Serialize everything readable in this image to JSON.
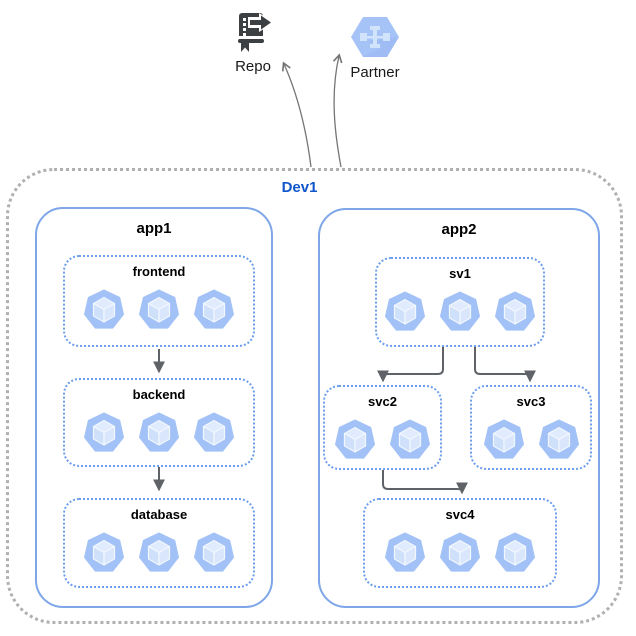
{
  "colors": {
    "text": "#1a1a1a",
    "boundary_border": "#b0b0b0",
    "app_border": "#7ea6e8",
    "service_border": "#6d9eeb",
    "dev_label": "#1155cc",
    "arrow": "#5f6368",
    "arrow_thin": "#757575",
    "pod_body": "#a2c2f7",
    "pod_top": "#e0ebfd",
    "pod_left": "#cfe0fa",
    "pod_right": "#d9e6fc",
    "pod_edge": "#f2f7fe",
    "hex_fill": "#a6c3f8",
    "hex_shadow": "#97b4ef",
    "hex_glyph": "#d2e3fc",
    "repo_dark": "#3c4043"
  },
  "external": {
    "repo": {
      "label": "Repo",
      "icon": "source-repository-icon"
    },
    "partner": {
      "label": "Partner",
      "icon": "partner-interconnect-icon"
    }
  },
  "boundary": {
    "label": "Dev1"
  },
  "apps": {
    "app1": {
      "label": "app1",
      "services": {
        "frontend": {
          "label": "frontend",
          "pods": 3
        },
        "backend": {
          "label": "backend",
          "pods": 3
        },
        "database": {
          "label": "database",
          "pods": 3
        }
      }
    },
    "app2": {
      "label": "app2",
      "services": {
        "sv1": {
          "label": "sv1",
          "pods": 3
        },
        "svc2": {
          "label": "svc2",
          "pods": 2
        },
        "svc3": {
          "label": "svc3",
          "pods": 2
        },
        "svc4": {
          "label": "svc4",
          "pods": 3
        }
      }
    }
  },
  "connections": [
    {
      "from": "frontend",
      "to": "backend"
    },
    {
      "from": "backend",
      "to": "database"
    },
    {
      "from": "sv1",
      "to": "svc2"
    },
    {
      "from": "sv1",
      "to": "svc3"
    },
    {
      "from": "svc2",
      "to": "svc4"
    },
    {
      "from": "Dev1",
      "to": "Repo"
    },
    {
      "from": "Dev1",
      "to": "Partner"
    }
  ]
}
